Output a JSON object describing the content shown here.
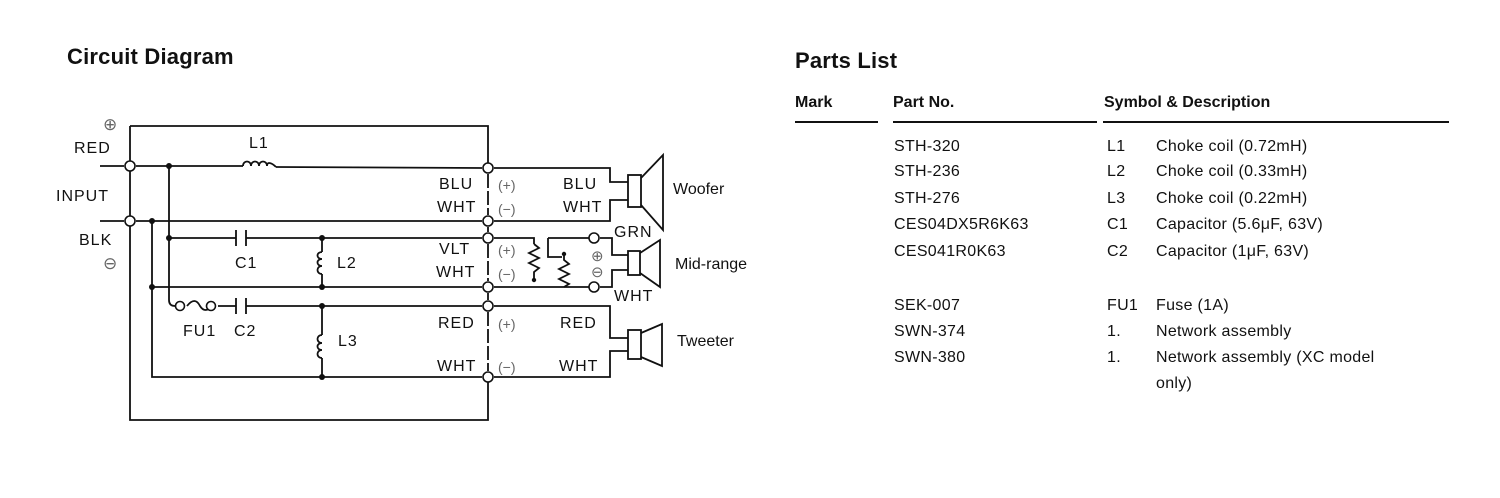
{
  "circuit": {
    "title": "Circuit Diagram",
    "input": {
      "plus_symbol": "⊕",
      "minus_symbol": "⊖",
      "red_label": "RED",
      "input_label": "INPUT",
      "blk_label": "BLK"
    },
    "components": {
      "l1": "L1",
      "l2": "L2",
      "l3": "L3",
      "c1": "C1",
      "c2": "C2",
      "fu1": "FU1"
    },
    "terminals": {
      "plus": "(+)",
      "minus": "(−)"
    },
    "woofer": {
      "name": "Woofer",
      "left_pos": "BLU",
      "left_neg": "WHT",
      "right_pos": "BLU",
      "right_neg": "WHT"
    },
    "midrange": {
      "name": "Mid-range",
      "left_pos": "VLT",
      "left_neg": "WHT",
      "right_pos": "GRN",
      "right_neg": "WHT"
    },
    "tweeter": {
      "name": "Tweeter",
      "left_pos": "RED",
      "left_neg": "WHT",
      "right_pos": "RED",
      "right_neg": "WHT"
    }
  },
  "parts_list": {
    "title": "Parts List",
    "headers": {
      "mark": "Mark",
      "part_no": "Part No.",
      "symbol_desc": "Symbol & Description"
    },
    "rows": [
      {
        "mark": "",
        "part_no": "STH-320",
        "symbol": "L1",
        "description": "Choke coil (0.72mH)"
      },
      {
        "mark": "",
        "part_no": "STH-236",
        "symbol": "L2",
        "description": "Choke coil (0.33mH)"
      },
      {
        "mark": "",
        "part_no": "STH-276",
        "symbol": "L3",
        "description": "Choke coil (0.22mH)"
      },
      {
        "mark": "",
        "part_no": "CES04DX5R6K63",
        "symbol": "C1",
        "description": "Capacitor (5.6μF, 63V)"
      },
      {
        "mark": "",
        "part_no": "CES041R0K63",
        "symbol": "C2",
        "description": "Capacitor (1μF, 63V)"
      },
      {
        "mark": "",
        "part_no": "SEK-007",
        "symbol": "FU1",
        "description": "Fuse (1A)"
      },
      {
        "mark": "",
        "part_no": "SWN-374",
        "symbol": "1.",
        "description": "Network assembly"
      },
      {
        "mark": "",
        "part_no": "SWN-380",
        "symbol": "1.",
        "description": "Network assembly (XC model",
        "description_cont": "only)"
      }
    ]
  }
}
